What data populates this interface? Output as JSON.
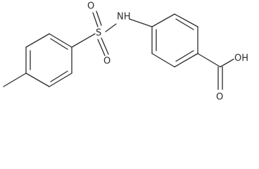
{
  "molecule": {
    "atoms": {
      "sulfur": "S",
      "oxygen_top": "O",
      "oxygen_bottom": "O",
      "amine": "NH",
      "carbonyl_oxygen": "O",
      "hydroxyl": "OH"
    },
    "colors": {
      "bond": "#2b2b2b",
      "background": "#ffffff"
    }
  }
}
